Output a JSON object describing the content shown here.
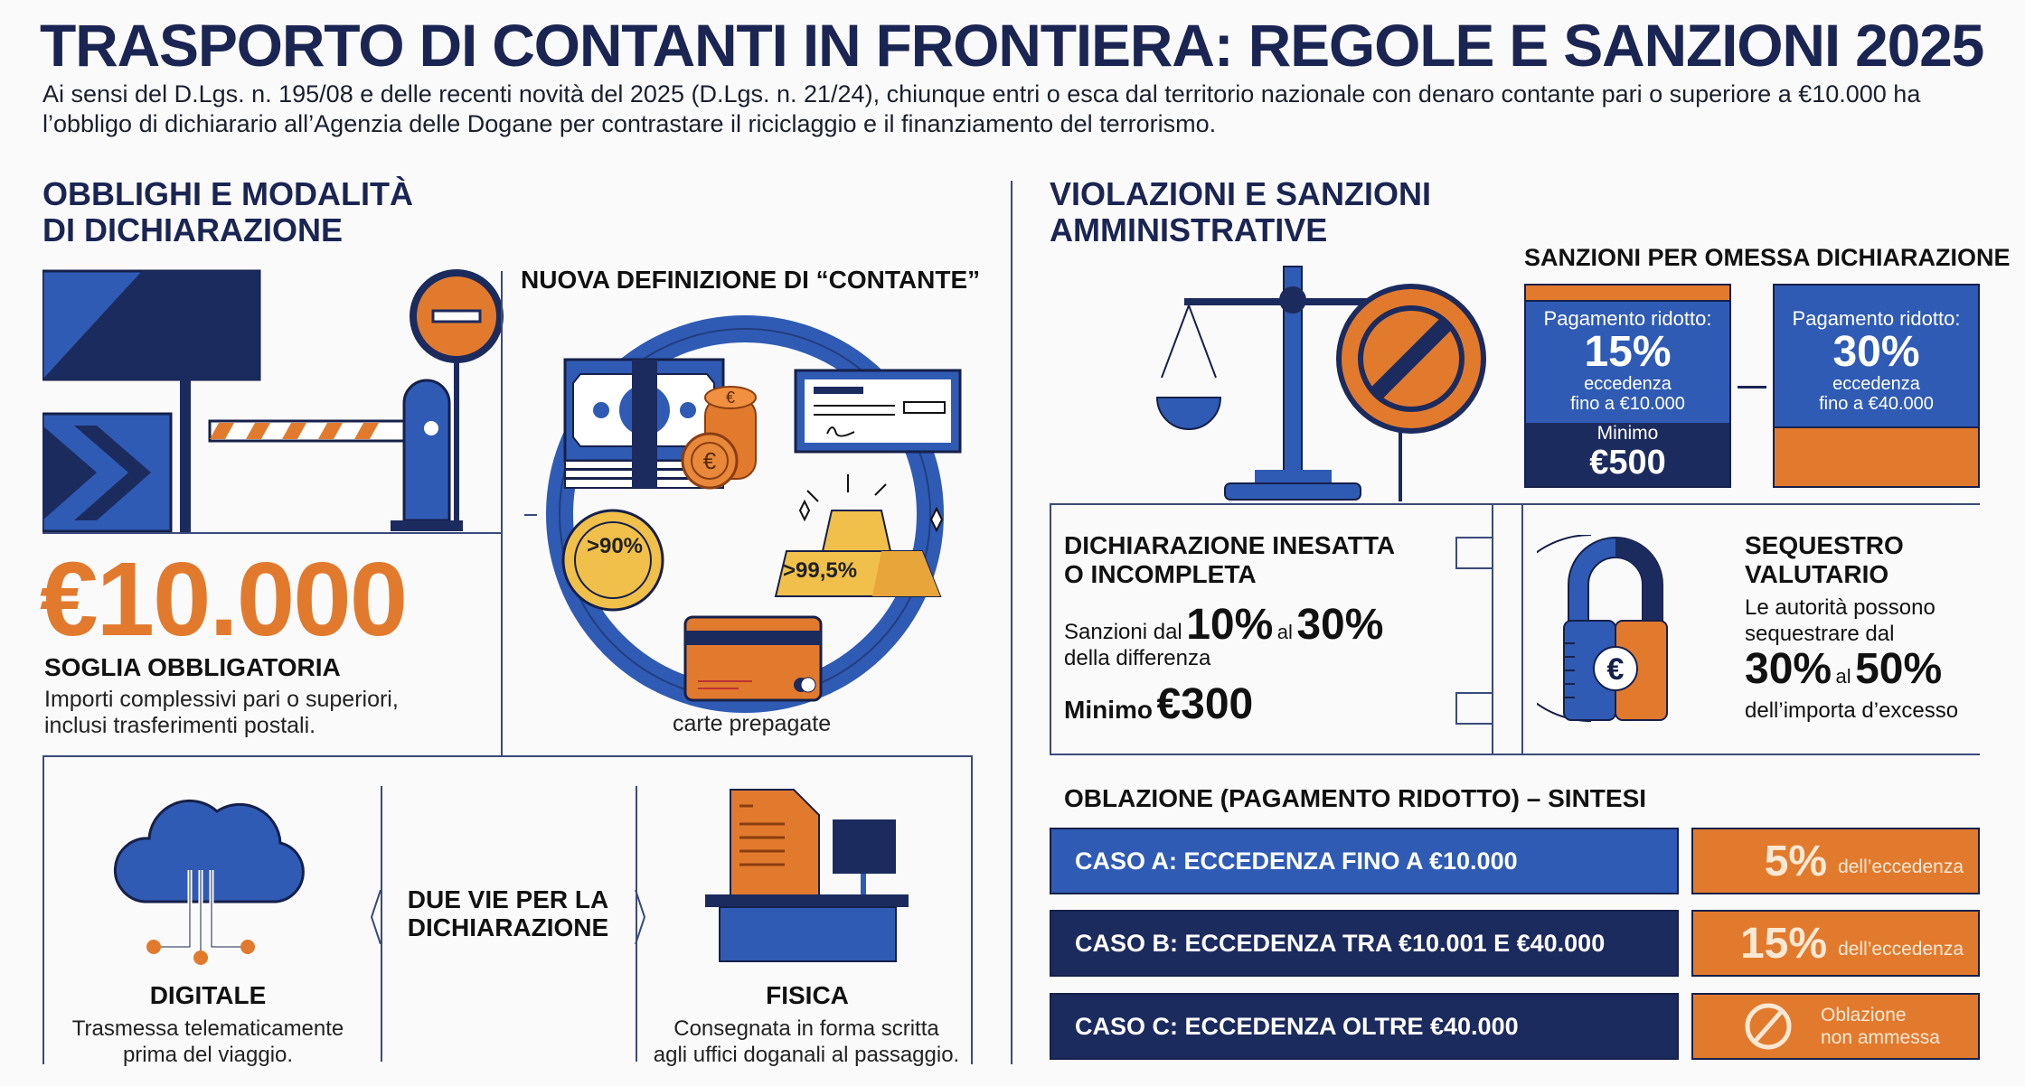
{
  "title": "TRASPORTO DI CONTANTI IN FRONTIERA: REGOLE E SANZIONI 2025",
  "intro": "Ai sensi del D.Lgs. n. 195/08 e delle recenti novità del 2025 (D.Lgs. n. 21/24), chiunque entri o esca dal territorio nazionale con denaro contante pari o superiore a €10.000 ha l’obbligo di dichiarario all’Agenzia delle Dogane per contrastare il riciclaggio e il finanziamento del terrorismo.",
  "left": {
    "heading_1": "OBBLIGHI E MODALITÀ",
    "heading_2": "DI DICHIARAZIONE",
    "threshold": "€10.000",
    "threshold_label": "SOGLIA OBBLIGATORIA",
    "threshold_desc_1": "Importi complessivi pari o superiori,",
    "threshold_desc_2": "inclusi trasferimenti postali.",
    "cash_def": {
      "heading": "NUOVA DEFINIZIONE DI “CONTANTE”",
      "coin_label": ">90%",
      "gold_label": ">99,5%",
      "card_label": "carte prepagate"
    },
    "ways": {
      "center_1": "DUE VIE PER LA",
      "center_2": "DICHIARAZIONE",
      "digital_title": "DIGITALE",
      "digital_desc_1": "Trasmessa telematicamente",
      "digital_desc_2": "prima del viaggio.",
      "physical_title": "FISICA",
      "physical_desc_1": "Consegnata in forma scritta",
      "physical_desc_2": "agli uffici doganali al passaggio."
    }
  },
  "right": {
    "heading_1": "VIOLAZIONI E SANZIONI",
    "heading_2": "AMMINISTRATIVE",
    "omessa": {
      "heading": "SANZIONI PER OMESSA DICHIARAZIONE",
      "box1": {
        "label": "Pagamento ridotto:",
        "pct": "15%",
        "l1": "eccedenza",
        "l2": "fino a €10.000",
        "min_label": "Minimo",
        "min_value": "€500"
      },
      "box2": {
        "label": "Pagamento ridotto:",
        "pct": "30%",
        "l1": "eccedenza",
        "l2": "fino a €40.000"
      }
    },
    "inesatta": {
      "title_1": "DICHIARAZIONE INESATTA",
      "title_2": "O INCOMPLETA",
      "pre": "Sanzioni dal",
      "from": "10%",
      "mid": "al",
      "to": "30%",
      "post": "della differenza",
      "min_label": "Minimo",
      "min_value": "€300"
    },
    "sequestro": {
      "title_1": "SEQUESTRO",
      "title_2": "VALUTARIO",
      "desc_1": "Le autorità possono",
      "desc_2": "sequestrare dal",
      "from": "30%",
      "mid": "al",
      "to": "50%",
      "post": "dell’importa d’excesso"
    },
    "oblazione": {
      "heading": "OBLAZIONE (PAGAMENTO RIDOTTO) – SINTESI",
      "rows": [
        {
          "case": "CASO A: ECCEDENZA FINO A €10.000",
          "value": "5%",
          "unit": "dell’eccedenza"
        },
        {
          "case": "CASO B: ECCEDENZA TRA €10.001 E €40.000",
          "value": "15%",
          "unit": "dell’eccedenza"
        },
        {
          "case": "CASO C: ECCEDENZA OLTRE €40.000",
          "note_1": "Oblazione",
          "note_2": "non ammessa"
        }
      ]
    }
  },
  "colors": {
    "navy": "#1b2553",
    "blue": "#2f5bb4",
    "orange": "#e27a2e",
    "gold": "#f0c04a"
  }
}
